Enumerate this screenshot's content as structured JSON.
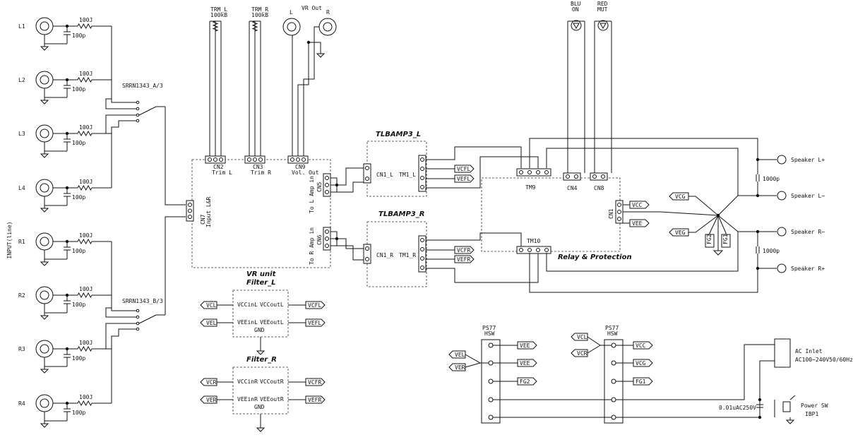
{
  "labels": {
    "input_side": "INPUT(line)",
    "inputs": [
      "L1",
      "L2",
      "L3",
      "L4",
      "R1",
      "R2",
      "R3",
      "R4"
    ],
    "resistor": "100J",
    "capacitor": "100p",
    "switch_a": "SRRN1343_A/3",
    "switch_b": "SRRN1343_B/3",
    "trm_l": "TRM_L",
    "trm_l_val": "100kB",
    "trm_r": "TRM_R",
    "trm_r_val": "100kB",
    "vr_out": "VR Out",
    "vr_out_l": "L",
    "vr_out_r": "R",
    "cn2": "CN2",
    "cn2_sub": "Trim L",
    "cn3": "CN3",
    "cn3_sub": "Trim R",
    "cn9": "CN9",
    "cn9_sub": "Vol. Out",
    "cn7": "CN7",
    "cn7_sub": "Input L&R",
    "cn5": "CN5",
    "cn5_sub": "To L Amp in",
    "cn6": "CN6",
    "cn6_sub": "To R Amp in",
    "tlbamp_l": "TLBAMP3_L",
    "tlbamp_r": "TLBAMP3_R",
    "cn1_l": "CN1_L",
    "tm1_l": "TM1_L",
    "cn1_r": "CN1_R",
    "tm1_r": "TM1_R",
    "tm9": "TM9",
    "tm10": "TM10",
    "cn4": "CN4",
    "cn8": "CN8",
    "cn1": "CN1",
    "relay": "Relay & Protection",
    "blu": "BLU",
    "blu_on": "ON",
    "red": "RED",
    "red_mut": "MUT",
    "vr_unit": "VR unit",
    "filter_l": "Filter_L",
    "filter_r": "Filter_R",
    "vccinl": "VCCinL",
    "vccoutl": "VCCoutL",
    "veeinl": "VEEinL",
    "veeoutl": "VEEoutL",
    "vccinr": "VCCinR",
    "vccoutr": "VCCoutR",
    "veeinr": "VEEinR",
    "veeoutr": "VEEoutR",
    "gnd": "GND",
    "vcl": "VCL",
    "vel": "VEL",
    "vcr": "VCR",
    "ver": "VER",
    "vcfl": "VCFL",
    "vefl": "VEFL",
    "vcfr": "VCFR",
    "vefr": "VEFR",
    "vcc": "VCC",
    "vee": "VEE",
    "vcg": "VCG",
    "veg": "VEG",
    "fg1": "FG1",
    "fg2": "FG2",
    "ps77": "PS77",
    "hsw": "HSW",
    "cap_1000p": "1000p",
    "spk_lp": "Speaker L+",
    "spk_lm": "Speaker L−",
    "spk_rm": "Speaker R−",
    "spk_rp": "Speaker R+",
    "ac_inlet": "AC Inlet",
    "ac_spec": "AC100−240V50/60Hz",
    "cap_ac": "0.01uAC250V",
    "power_sw": "Power SW",
    "ibp1": "IBP1"
  }
}
